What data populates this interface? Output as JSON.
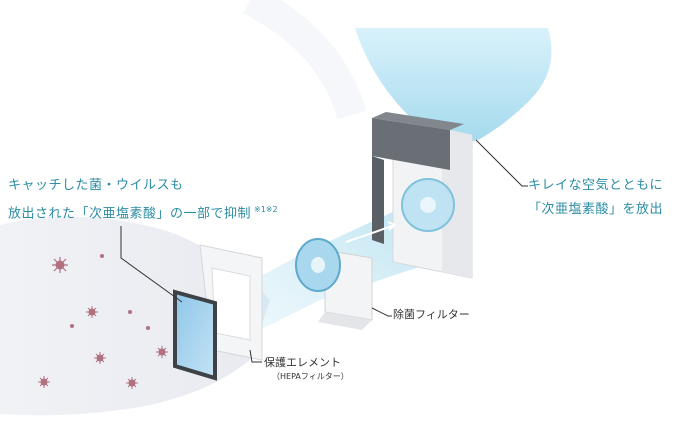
{
  "callouts": {
    "left_line1": "キャッチした菌・ウイルスも",
    "left_line2": "放出された「次亜塩素酸」の一部で抑制",
    "left_note": "※1※2",
    "right_line1": "キレイな空気とともに",
    "right_line2": "「次亜塩素酸」を放出"
  },
  "parts": {
    "sterilization_filter": "除菌フィルター",
    "protective_element": "保護エレメント",
    "protective_element_sub": "（HEPAフィルター）"
  },
  "colors": {
    "accent_text": "#2b8ca3",
    "air_flow": "#bfe6f2",
    "virus": "#b07080",
    "frame_dark": "#555a60"
  }
}
